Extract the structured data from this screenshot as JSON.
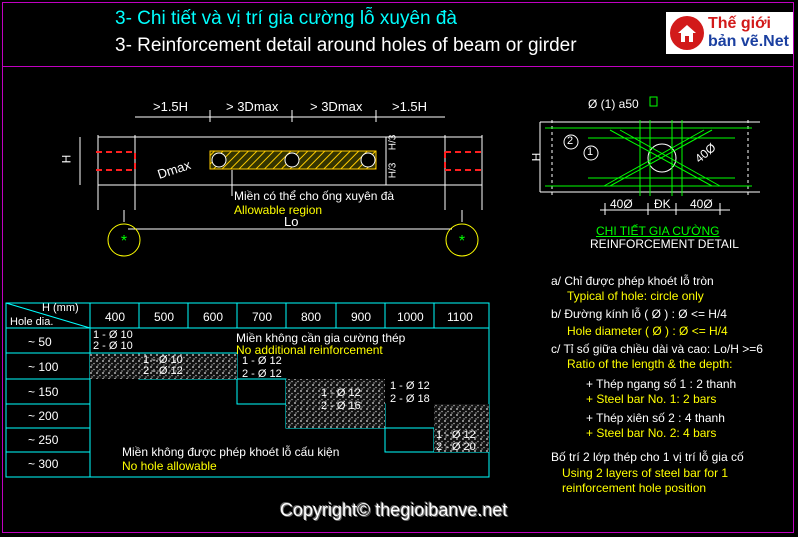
{
  "header": {
    "title_vn": "3- Chi tiết và vị trí gia cường lỗ xuyên đà",
    "title_en": "3- Reinforcement detail around holes of beam or girder"
  },
  "logo": {
    "line1": "Thế giới",
    "line2": "bản vẽ.Net",
    "mark": "house-logo-icon"
  },
  "beam_elevation": {
    "dim_labels": [
      ">1.5H",
      "> 3Dmax",
      "> 3Dmax",
      ">1.5H"
    ],
    "h_label": "H",
    "h_half_top": "H/3",
    "h_half_bottom": "H/3",
    "dmax_label": "Dmax",
    "region_vn": "Miền có thể cho ống xuyên đà",
    "region_en": "Allowable region",
    "span_label": "Lo"
  },
  "reinforcement_detail": {
    "bar_label": "Ø (1) a50",
    "bar_2": "2",
    "bar_1": "1",
    "diag_label": "40Ø",
    "h_label": "H",
    "bottom_dims": [
      "40Ø",
      "ĐK",
      "40Ø"
    ],
    "caption_vn": "CHI TIẾT GIA CƯỜNG",
    "caption_en": "REINFORCEMENT DETAIL"
  },
  "table": {
    "corner_h": "H (mm)",
    "corner_hole": "Hole dia.",
    "columns": [
      "400",
      "500",
      "600",
      "700",
      "800",
      "900",
      "1000",
      "1100"
    ],
    "rows": [
      "~ 50",
      "~ 100",
      "~ 150",
      "~ 200",
      "~ 250",
      "~ 300"
    ],
    "cells": [
      {
        "l1": "1 - Ø 10",
        "l2": "2 - Ø 10"
      },
      {
        "l1": "1 - Ø 10",
        "l2": "2 - Ø 12"
      },
      {
        "l1": "1 - Ø 12",
        "l2": "2 - Ø 12"
      },
      {
        "l1": "1 - Ø 12",
        "l2": "2 - Ø 16"
      },
      {
        "l1": "1 - Ø 12",
        "l2": "2 - Ø 18"
      },
      {
        "l1": "1 - Ø 12",
        "l2": "2 - Ø 20"
      }
    ],
    "no_reinf_vn": "Miền không cần gia cường thép",
    "no_reinf_en": "No additional reinforcement",
    "no_hole_vn": "Miền không được phép khoét lỗ cấu kiện",
    "no_hole_en": "No hole allowable"
  },
  "notes": {
    "a_vn": "a/  Chỉ được phép khoét lỗ tròn",
    "a_en": "Typical of hole: circle only",
    "b_vn": "b/  Đường kính lỗ ( Ø ) : Ø <= H/4",
    "b_en": "Hole diameter ( Ø ) : Ø <= H/4",
    "c_vn": "c/  Tỉ số giữa chiều dài và cao: Lo/H >=6",
    "c_en": "Ratio of the length & the depth:",
    "c1_vn": "+ Thép ngang số 1 : 2 thanh",
    "c1_en": "+ Steel bar No. 1: 2 bars",
    "c2_vn": "+ Thép xiên số  2  : 4 thanh",
    "c2_en": "+ Steel bar No. 2: 4 bars",
    "d_vn": "Bố trí 2 lớp thép cho 1 vị trí lỗ gia cố",
    "d_en1": "Using 2 layers of steel bar for 1",
    "d_en2": "reinforcement hole position"
  },
  "copyright": "Copyright© thegioibanve.net"
}
